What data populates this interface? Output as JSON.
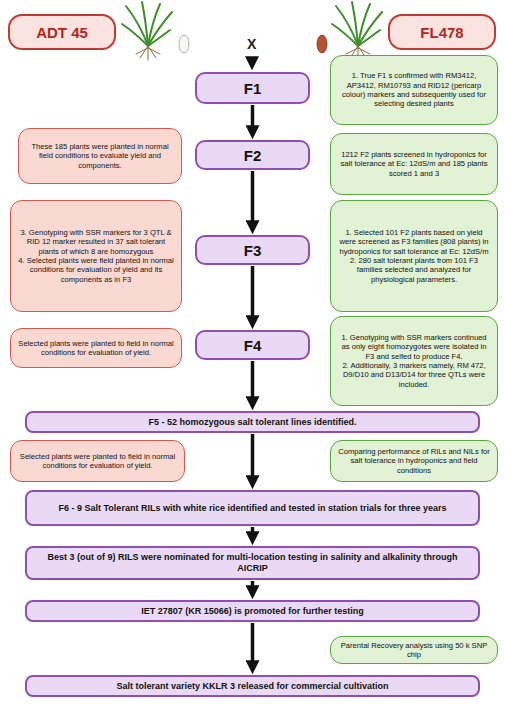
{
  "diagram": {
    "nodes": [
      {
        "text": [
          "ADT 45"
        ]
      },
      {
        "text": [
          "FL478"
        ]
      },
      {
        "text": [
          "F1"
        ]
      },
      {
        "text": [
          "1. True F1 s confirmed with RM3412, AP3412, RM10793 and RID12 (pericarp colour) markers and subsequently used for selecting desired plants"
        ]
      },
      {
        "text": [
          "These 185 plants were planted in normal field conditions to evaluate yield and components."
        ]
      },
      {
        "text": [
          "F2"
        ]
      },
      {
        "text": [
          "1212 F2 plants screened in hydroponics for salt tolerance at Ec: 12dS/m and 185 plants scored 1 and 3"
        ]
      },
      {
        "text": [
          "3. Genotyping with SSR markers for 3 QTL & RID 12 marker resulted in 37 salt tolerant plants of which 8 are homozygous",
          "4. Selected plants were field planted in normal conditions for evaluation of yield and its components as in F3"
        ]
      },
      {
        "text": [
          "F3"
        ]
      },
      {
        "text": [
          "1. Selected 101 F2 plants based on yield were screened as F3 families (808 plants) in hydroponics for salt tolerance at Ec: 12dS/m",
          "2. 280 salt tolerant plants from 101 F3 families selected and analyzed for physiological parameters."
        ]
      },
      {
        "text": [
          "Selected plants were planted to field in normal conditions for evaluation of yield."
        ]
      },
      {
        "text": [
          "F4"
        ]
      },
      {
        "text": [
          "1. Genotyping with SSR markers continued as only eight homozygotes were isolated in F3 and selfed to produce F4.",
          "2. Additionally, 3 markers namely, RM 472, D9/D10 and D13/D14 for three QTLs were included."
        ]
      },
      {
        "text": [
          "F5 - 52 homozygous salt tolerant lines identified."
        ]
      },
      {
        "text": [
          "Selected plants were planted to field in normal conditions for evaluation of yield."
        ]
      },
      {
        "text": [
          "Comparing performance of RILs and NILs for salt tolerance in hydroponics and field conditions"
        ]
      },
      {
        "text": [
          "F6 - 9 Salt Tolerant RILs with white rice identified and tested in station trials for three years"
        ]
      },
      {
        "text": [
          "Best 3 (out of 9) RILS were nominated for multi-location testing in salinity and alkalinity through AICRIP"
        ]
      },
      {
        "text": [
          "IET 27807 (KR 15066) is promoted for further testing"
        ]
      },
      {
        "text": [
          "Parental Recovery analysis using 50 k SNP chip"
        ]
      },
      {
        "text": [
          "Salt tolerant variety KKLR 3 released for commercial cultivation"
        ]
      }
    ],
    "edges": [
      {
        "from": 2,
        "to": 5,
        "arrow": "to"
      },
      {
        "from": 5,
        "to": 8,
        "arrow": "to"
      },
      {
        "from": 8,
        "to": 11,
        "arrow": "to"
      },
      {
        "from": 11,
        "to": 13,
        "arrow": "to"
      },
      {
        "from": 13,
        "to": 16,
        "arrow": "to"
      },
      {
        "from": 16,
        "to": 17,
        "arrow": "to"
      },
      {
        "from": 17,
        "to": 18,
        "arrow": "to"
      },
      {
        "from": 18,
        "to": 20,
        "arrow": "to"
      }
    ],
    "labels": [
      "X"
    ]
  }
}
